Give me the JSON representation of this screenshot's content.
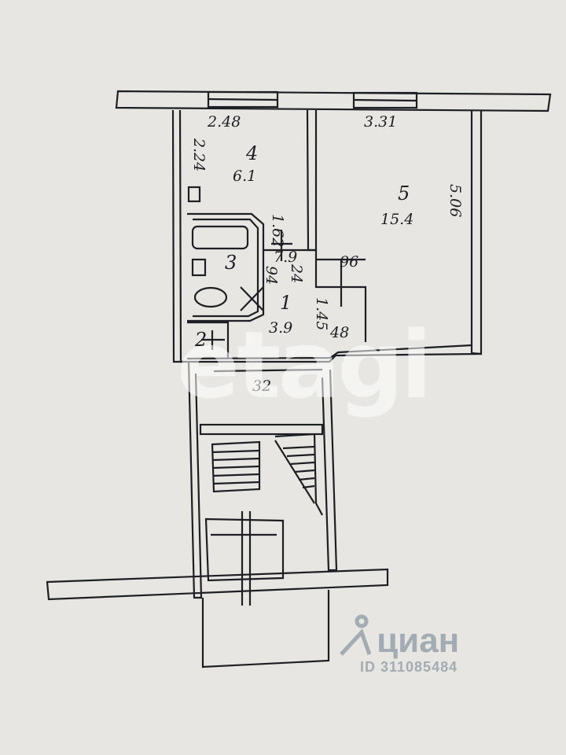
{
  "rooms": {
    "r1": {
      "number": "1",
      "area": "3.9"
    },
    "r2": {
      "number": "2"
    },
    "r3": {
      "number": "3"
    },
    "r4": {
      "number": "4",
      "area": "6.1"
    },
    "r5": {
      "number": "5",
      "area": "15.4"
    }
  },
  "dimensions": {
    "d248": "2.48",
    "d331": "3.31",
    "d224": "2.24",
    "d506": "5.06",
    "d162": "1.62",
    "d79": "7.9",
    "d96": "96",
    "d145": "1.45",
    "d48": "48",
    "d32": "32",
    "d94": "94",
    "d24": "24"
  },
  "watermarks": {
    "etagi": "etagi",
    "cian": "циан",
    "cian_id": "ID 311085484"
  },
  "colors": {
    "ink": "#1e1f24",
    "paper": "#e7e6e2"
  }
}
